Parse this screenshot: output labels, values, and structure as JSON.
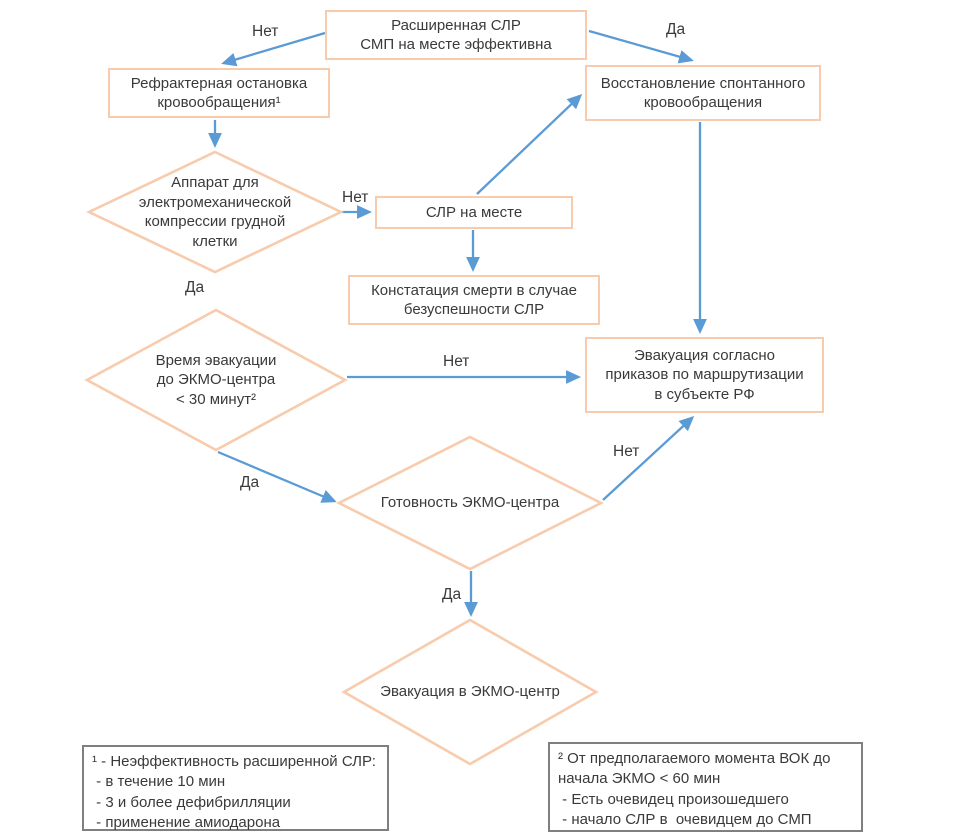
{
  "palette": {
    "node_border": "#F8CBAD",
    "arrow": "#5B9BD5",
    "footnote_border": "#7F7F7F",
    "text": "#3A3A3A",
    "background": "#FFFFFF"
  },
  "nodes": {
    "advanced_cpr": {
      "text": "Расширенная СЛР\nСМП на месте эффективна"
    },
    "refractory_arrest": {
      "text": "Рефрактерная остановка\nкровообращения¹"
    },
    "rosc": {
      "text": "Восстановление спонтанного\nкровообращения"
    },
    "chest_compression_device": {
      "text": "Аппарат для\nэлектромеханической\nкомпрессии грудной\nклетки"
    },
    "cpr_on_site": {
      "text": "СЛР на месте"
    },
    "death_statement": {
      "text": "Констатация смерти в случае\nбезуспешности СЛР"
    },
    "evacuation_time": {
      "text": "Время эвакуации\nдо ЭКМО-центра\n< 30 минут²"
    },
    "evacuation_orders": {
      "text": "Эвакуация согласно\nприказов по маршрутизации\nв субъекте РФ"
    },
    "ecmo_center_ready": {
      "text": "Готовность ЭКМО-центра"
    },
    "evacuation_to_ecmo": {
      "text": "Эвакуация в ЭКМО-центр"
    }
  },
  "edge_labels": {
    "no_top": "Нет",
    "yes_top": "Да",
    "no_device": "Нет",
    "yes_device": "Да",
    "no_time": "Нет",
    "yes_time": "Да",
    "no_ready": "Нет",
    "yes_ready": "Да"
  },
  "footnotes": {
    "left": {
      "text": "¹ - Неэффективность расширенной СЛР:\n - в течение 10 мин\n - 3 и более дефибрилляции\n - применение амиодарона"
    },
    "right": {
      "text": "² От предполагаемого момента ВОК до\nначала ЭКМО < 60 мин\n - Есть очевидец произошедшего\n - начало СЛР в  очевидцем до СМП"
    }
  }
}
